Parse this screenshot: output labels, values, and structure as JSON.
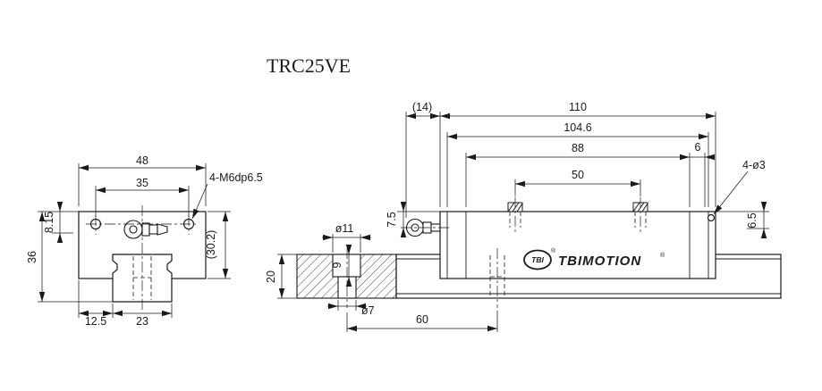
{
  "title": "TRC25VE",
  "colors": {
    "line": "#1a1a1a",
    "background": "#ffffff"
  },
  "front_view": {
    "dim_block_width": "48",
    "dim_hole_span": "35",
    "thread_callout": "4-M6dp6.5",
    "dim_top_to_center": "8.15",
    "dim_assembly_height": "36",
    "dim_block_height": "(30.2)",
    "dim_edge_to_rail": "12.5",
    "dim_rail_width": "23"
  },
  "side_view": {
    "dim_nipple": "(14)",
    "dim_total": "110",
    "dim_body": "104.6",
    "dim_caps": "88",
    "dim_endcap": "6",
    "dim_screw_span": "50",
    "hole_callout": "4-ø3",
    "dim_nipple_offset": "7.5",
    "dim_side_offset": "6.5",
    "dim_cbore": "ø11",
    "dim_cbore_depth": "9",
    "dim_rail_height": "20",
    "dim_hole_dia": "ø7",
    "dim_hole_pitch": "60"
  },
  "brand": {
    "logo_text": "TBI",
    "name": "TBIMOTION",
    "reg": "®"
  }
}
